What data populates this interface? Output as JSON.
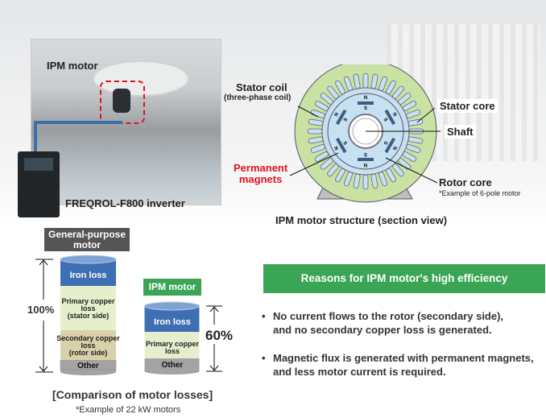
{
  "photo": {
    "ipm_motor_label": "IPM motor",
    "inverter_label": "FREQROL-F800 inverter"
  },
  "structure": {
    "stator_coil": "Stator coil",
    "stator_coil_sub": "(three-phase coil)",
    "stator_core": "Stator core",
    "shaft": "Shaft",
    "permanent_magnets_1": "Permanent",
    "permanent_magnets_2": "magnets",
    "rotor_core": "Rotor core",
    "note": "*Example of 6-pole motor",
    "caption": "IPM motor structure (section view)",
    "pole_n": "N",
    "pole_s": "S"
  },
  "comparison": {
    "general_title_1": "General-purpose",
    "general_title_2": "motor",
    "ipm_title": "IPM motor",
    "general_percent": "100%",
    "ipm_percent": "60%",
    "iron_loss": "Iron loss",
    "primary_1": "Primary copper",
    "primary_2": "loss",
    "primary_3": "(stator side)",
    "secondary_1": "Secondary copper",
    "secondary_2": "loss",
    "secondary_3": "(rotor side)",
    "other": "Other",
    "caption": "[Comparison of motor losses]",
    "note": "*Example of 22 kW motors"
  },
  "reasons": {
    "title": "Reasons for IPM motor's high efficiency",
    "bullets": [
      {
        "l1": "No current flows to the rotor (secondary side),",
        "l2": "and no secondary copper loss is generated."
      },
      {
        "l1": "Magnetic flux is generated with permanent magnets,",
        "l2": "and less motor current is required."
      }
    ]
  },
  "colors": {
    "green": "#3aa655",
    "iron": "#3f6fb3",
    "primary": "#e6efcd",
    "secondary": "#d8d1a9",
    "other": "#a3a3a3",
    "red": "#e0141e",
    "stator": "#c9e2a4",
    "rotor": "#c7e0f2"
  }
}
